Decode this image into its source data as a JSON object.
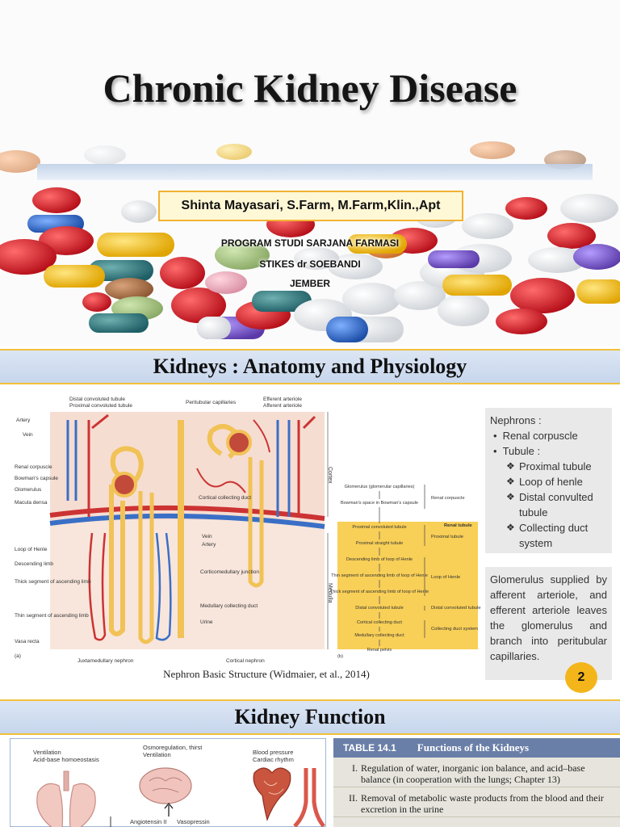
{
  "slide1": {
    "title": "Chronic Kidney Disease",
    "author": "Shinta Mayasari, S.Farm, M.Farm,Klin.,Apt",
    "affiliation": [
      "PROGRAM STUDI SARJANA FARMASI",
      "STIKES dr SOEBANDI",
      "JEMBER"
    ]
  },
  "slide2": {
    "header": "Kidneys : Anatomy and Physiology",
    "figure_labels_left": [
      "Artery",
      "Vein",
      "Renal corpuscle",
      "Bowman's capsule",
      "Glomerulus",
      "Macula densa",
      "Loop of Henle",
      "Descending limb",
      "Thick segment of ascending limb",
      "Thin segment of ascending limb",
      "Vasa recta"
    ],
    "figure_labels_top": [
      "Distal convoluted tubule",
      "Proximal convoluted tubule",
      "Peritubular capillaries",
      "Efferent arteriole",
      "Afferent arteriole"
    ],
    "figure_labels_mid": [
      "Cortical collecting duct",
      "Vein",
      "Artery",
      "Corticomedullary junction",
      "Medullary collecting duct",
      "Urine"
    ],
    "figure_labels_bottom": [
      "Juxtamedullary nephron",
      "Cortical nephron"
    ],
    "cortex_label": "Cortex",
    "medulla_label": "Medulla",
    "panel_a": "(a)",
    "panel_b": "(b)",
    "flow_steps": [
      "Glomerulus (glomerular capillaries)",
      "Bowman's space in Bowman's capsule",
      "Proximal convoluted tubule",
      "Proximal straight tubule",
      "Descending limb of loop of Henle",
      "Thin segment of ascending limb of loop of Henle",
      "Thick segment of ascending limb of loop of Henle",
      "Distal convoluted tubule",
      "Cortical collecting duct",
      "Medullary collecting duct",
      "Renal pelvis"
    ],
    "flow_groups": [
      "Renal corpuscle",
      "Renal tubule",
      "Proximal tubule",
      "Loop of Henle",
      "Distal convoluted tubule",
      "Collecting duct system"
    ],
    "caption": "Nephron Basic Structure (Widmaier, et al., 2014)",
    "nephrons_box": {
      "title": "Nephrons :",
      "items": [
        {
          "label": "Renal corpuscle"
        },
        {
          "label": "Tubule :",
          "sub": [
            "Proximal tubule",
            "Loop of henle",
            "Distal convulted tubule",
            "Collecting duct system"
          ]
        }
      ]
    },
    "glomerulus_text": "Glomerulus supplied by afferent arteriole, and efferent arteriole leaves the glomerulus and branch into peritubular capillaries.",
    "page_number": "2"
  },
  "slide3": {
    "header": "Kidney Function",
    "organ_labels": [
      "Ventilation",
      "Acid-base homoeostasis",
      "Osmoregulation, thirst",
      "Ventilation",
      "Blood pressure",
      "Cardiac rhythm",
      "Angiotensin II",
      "Vasopressin"
    ],
    "table": {
      "number": "TABLE 14.1",
      "title": "Functions of the Kidneys",
      "rows": [
        {
          "num": "I.",
          "text": "Regulation of water, inorganic ion balance, and acid–base balance (in cooperation with the lungs; Chapter 13)"
        },
        {
          "num": "II.",
          "text": "Removal of metabolic waste products from the blood and their excretion in the urine"
        }
      ]
    }
  }
}
